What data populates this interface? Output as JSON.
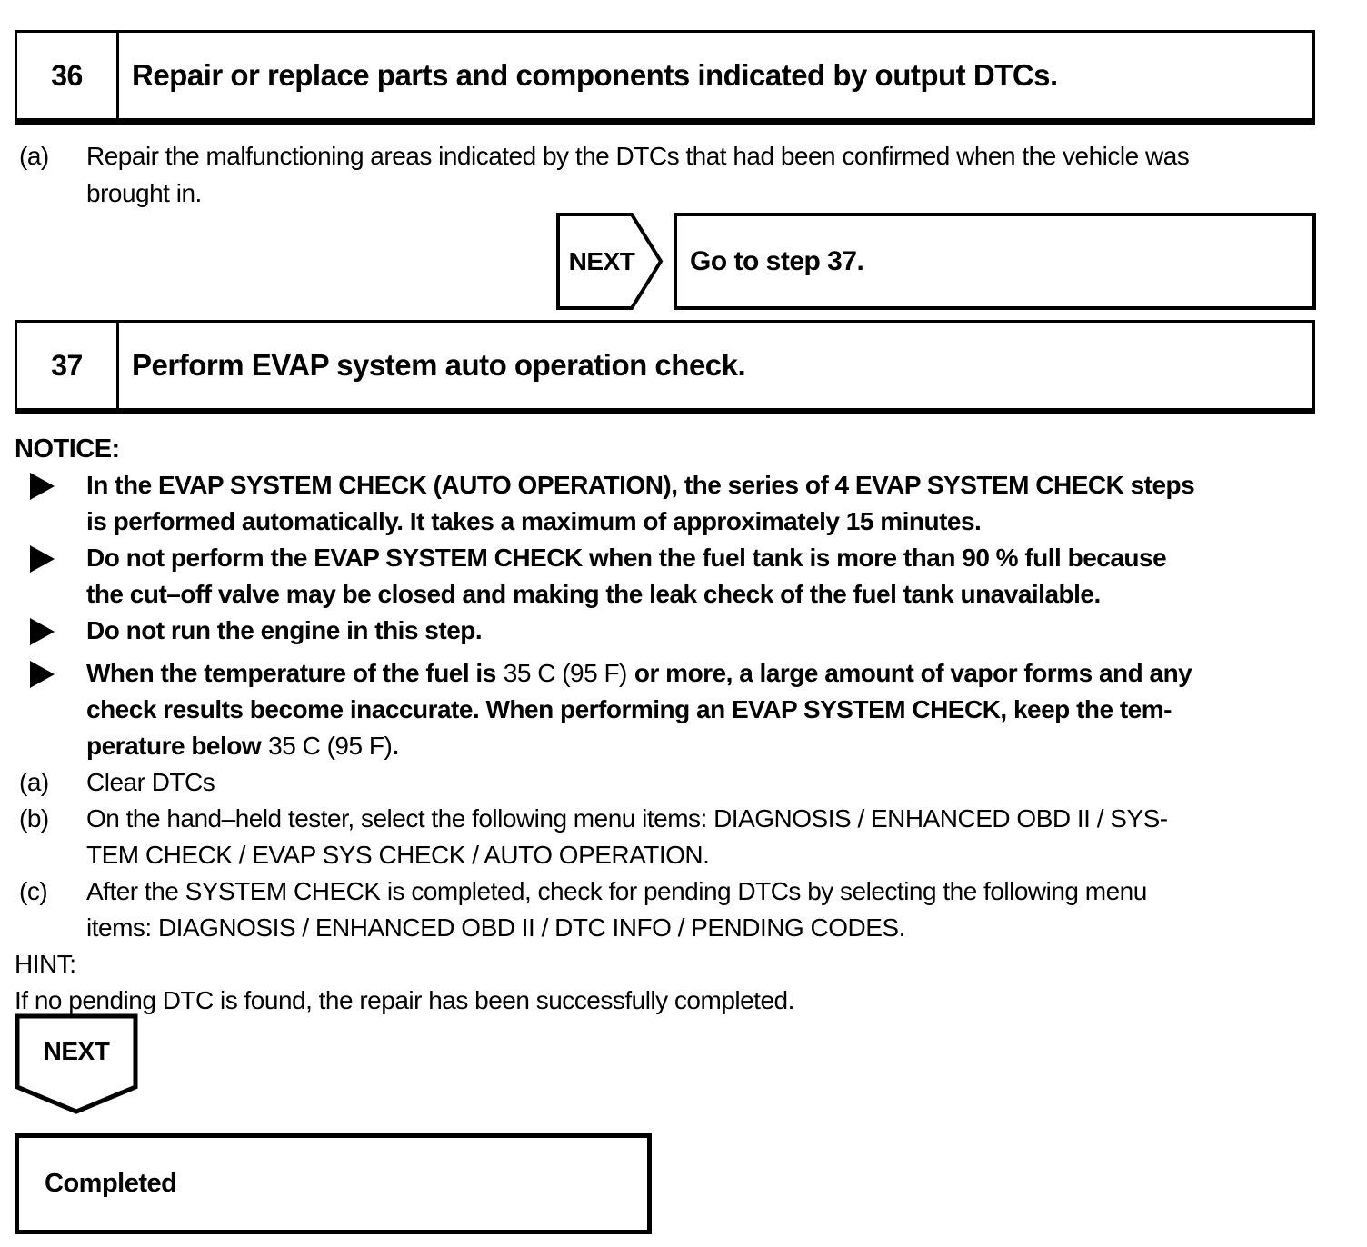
{
  "colors": {
    "ink": "#000000",
    "paper": "#ffffff"
  },
  "step36": {
    "number": "36",
    "title": "Repair or replace parts and components indicated by output DTCs."
  },
  "step36_detail": {
    "label": "(a)",
    "lines": [
      "Repair the malfunctioning areas indicated by the DTCs that had been confirmed when the vehicle was",
      "brought in."
    ]
  },
  "next_to_step37": {
    "arrow_icon": "pentagon-arrow-right-icon",
    "arrow_label": "NEXT",
    "result": "Go to step 37."
  },
  "step37": {
    "number": "37",
    "title": "Perform EVAP system auto operation check."
  },
  "notice": {
    "heading": "NOTICE:",
    "bullet_icon": "right-triangle-icon",
    "bullets": [
      {
        "lines": [
          "In the EVAP SYSTEM CHECK (AUTO OPERATION), the series of 4 EVAP SYSTEM CHECK steps",
          "is performed automatically. It takes a maximum of approximately 15 minutes."
        ]
      },
      {
        "lines": [
          "Do not perform the EVAP SYSTEM CHECK when the fuel tank is more than 90 % full because",
          "the cut–off valve may be closed and making the leak check of the fuel tank unavailable."
        ]
      },
      {
        "lines": [
          "Do not run the engine in this step."
        ]
      },
      {
        "line1_bold": "When the temperature of the fuel is",
        "line1_plain": "35 C (95 F)",
        "line1_bold2": "or more, a large amount of vapor forms and any",
        "line2": "check results become inaccurate. When performing an EVAP SYSTEM CHECK, keep the tem-",
        "line3_bold": "perature below",
        "line3_plain": "35 C (95 F)",
        "line3_end": "."
      }
    ]
  },
  "substeps": [
    {
      "label": "(a)",
      "lines": [
        "Clear DTCs"
      ]
    },
    {
      "label": "(b)",
      "lines": [
        "On the hand–held tester, select the following menu items: DIAGNOSIS / ENHANCED OBD II / SYS-",
        "TEM CHECK / EVAP SYS CHECK / AUTO OPERATION."
      ]
    },
    {
      "label": "(c)",
      "lines": [
        "After the SYSTEM CHECK is completed, check for pending DTCs by selecting the following menu",
        "items: DIAGNOSIS / ENHANCED OBD II / DTC INFO / PENDING CODES."
      ]
    }
  ],
  "hint": {
    "heading": "HINT:",
    "text": "If no pending DTC is found, the repair has been successfully completed."
  },
  "next_bottom": {
    "arrow_icon": "pentagon-arrow-down-icon",
    "arrow_label": "NEXT"
  },
  "completed": {
    "label": "Completed"
  }
}
